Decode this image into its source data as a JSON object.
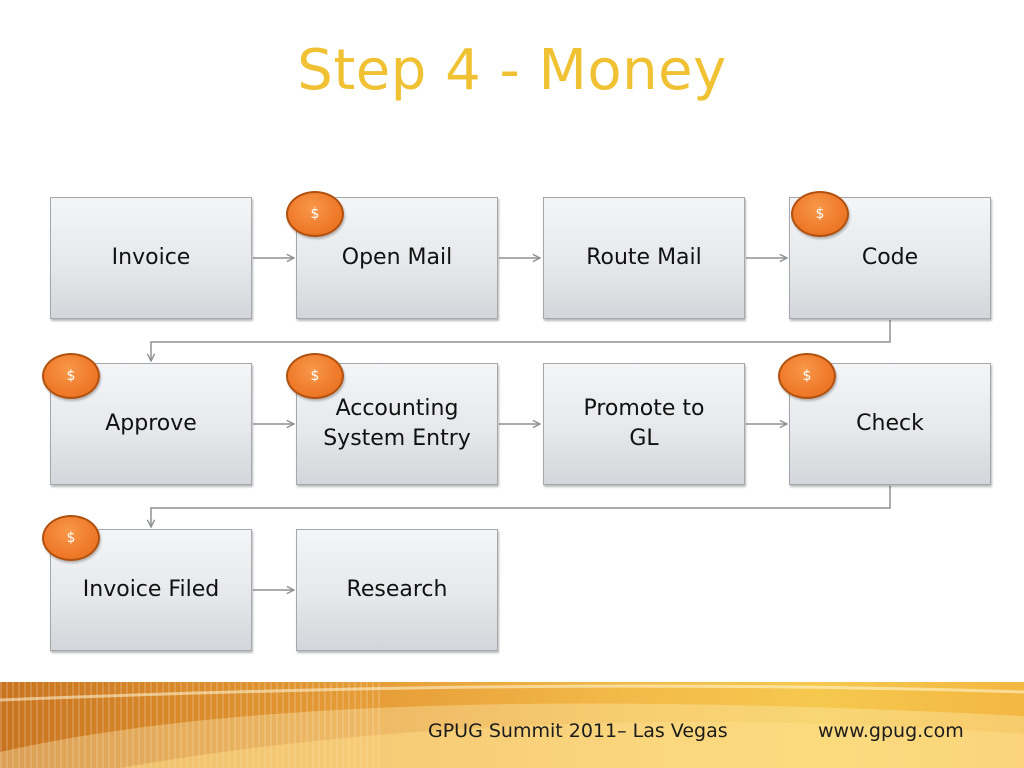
{
  "slide": {
    "title": "Step 4 - Money"
  },
  "diagram": {
    "steps": [
      {
        "label": "Invoice",
        "cost": false
      },
      {
        "label": "Open Mail",
        "cost": true
      },
      {
        "label": "Route Mail",
        "cost": false
      },
      {
        "label": "Code",
        "cost": true
      },
      {
        "label": "Approve",
        "cost": true
      },
      {
        "label": "Accounting System Entry",
        "cost": true
      },
      {
        "label": "Promote to GL",
        "cost": false
      },
      {
        "label": "Check",
        "cost": true
      },
      {
        "label": "Invoice Filed",
        "cost": true
      },
      {
        "label": "Research",
        "cost": false
      }
    ],
    "cost_marker": "$"
  },
  "footer": {
    "event": "GPUG Summit 2011– Las Vegas",
    "website": "www.gpug.com"
  },
  "colors": {
    "title": "#f0c233",
    "cost_marker": "#ef7a2a",
    "box_border": "#a4a7ab",
    "arrow": "#8e9194"
  }
}
